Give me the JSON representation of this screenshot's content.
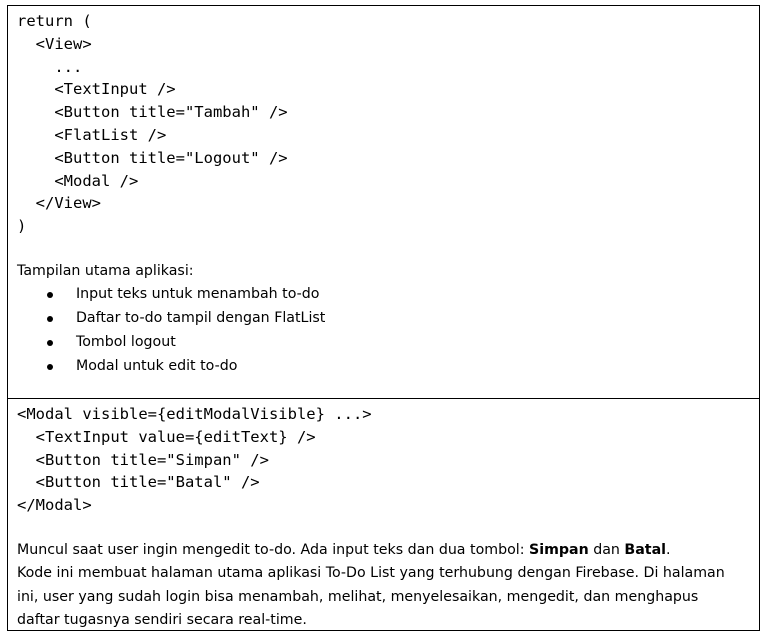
{
  "block1": {
    "code": [
      "return (",
      "  <View>",
      "    ...",
      "    <TextInput />",
      "    <Button title=\"Tambah\" />",
      "    <FlatList />",
      "    <Button title=\"Logout\" />",
      "    <Modal />",
      "  </View>",
      ")"
    ],
    "heading": "Tampilan utama aplikasi:",
    "bullets": [
      "Input teks untuk menambah to-do",
      "Daftar to-do tampil dengan FlatList",
      "Tombol logout",
      "Modal untuk edit to-do"
    ]
  },
  "block2": {
    "code": [
      "<Modal visible={editModalVisible} ...>",
      "  <TextInput value={editText} />",
      "  <Button title=\"Simpan\" />",
      "  <Button title=\"Batal\" />",
      "</Modal>"
    ],
    "desc_part1": "Muncul saat user ingin mengedit to-do. Ada input teks dan dua tombol: ",
    "desc_bold1": "Simpan",
    "desc_part2": " dan ",
    "desc_bold2": "Batal",
    "desc_part3": ".",
    "desc_lines": [
      "Kode ini membuat halaman utama aplikasi To-Do List yang terhubung dengan Firebase. Di halaman",
      "ini, user yang sudah login bisa menambah, melihat, menyelesaikan, mengedit, dan menghapus",
      "daftar tugasnya sendiri secara real-time."
    ]
  }
}
